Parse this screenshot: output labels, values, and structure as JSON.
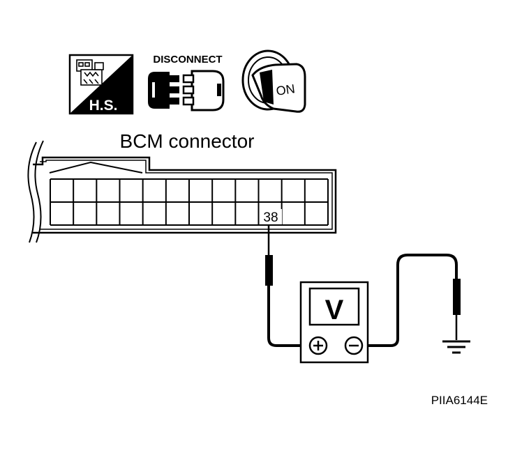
{
  "icons": {
    "harness_side_text": "H.S.",
    "disconnect_text": "DISCONNECT",
    "ignition_text": "ON"
  },
  "connector": {
    "title": "BCM connector",
    "terminal_label": "38"
  },
  "meter": {
    "display": "V",
    "positive_symbol": "+",
    "negative_symbol": "−"
  },
  "figure_code": "PIIA6144E",
  "colors": {
    "ink": "#000000",
    "paper": "#ffffff"
  }
}
